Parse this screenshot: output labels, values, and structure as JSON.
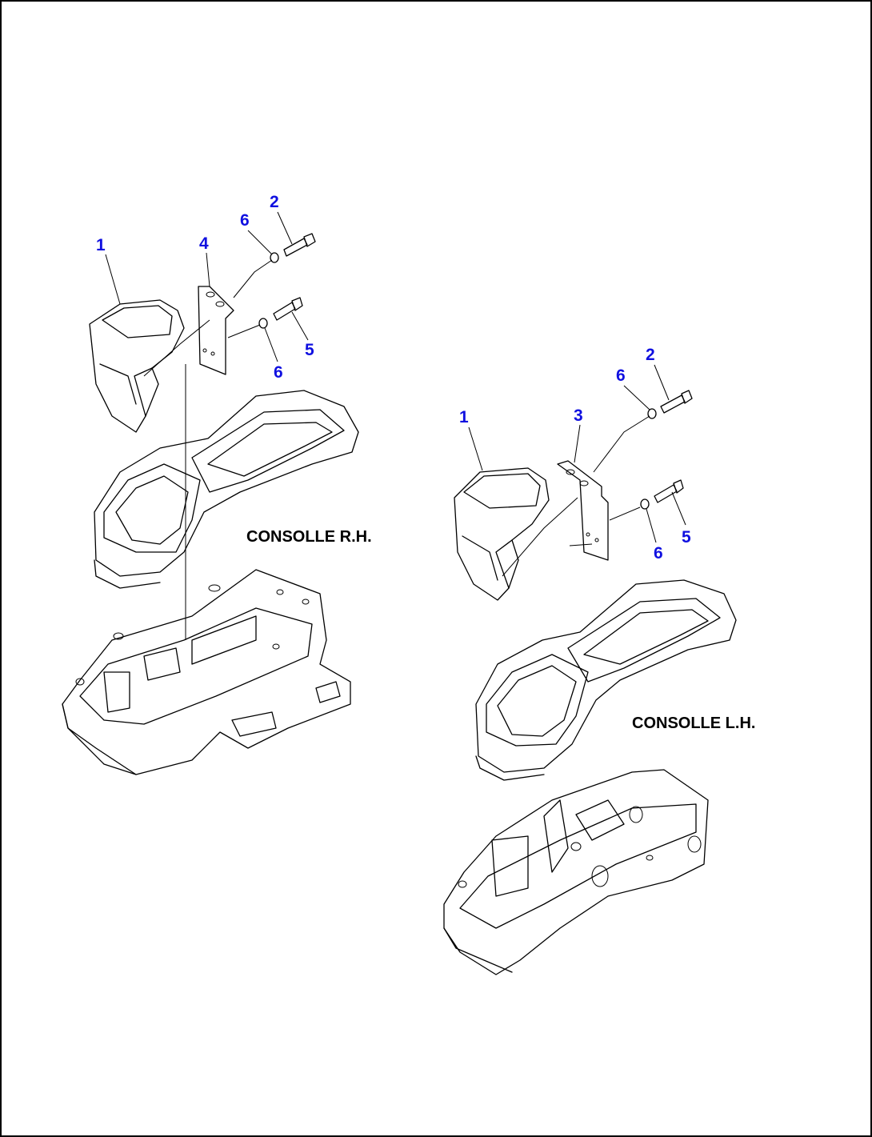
{
  "colors": {
    "callout": "#1010e0",
    "line": "#000000",
    "background": "#ffffff"
  },
  "labels": {
    "rh": "CONSOLLE R.H.",
    "lh": "CONSOLLE L.H."
  },
  "callouts": {
    "rh": {
      "c1": "1",
      "c2": "2",
      "c4": "4",
      "c5": "5",
      "c6a": "6",
      "c6b": "6"
    },
    "lh": {
      "c1": "1",
      "c2": "2",
      "c3": "3",
      "c5": "5",
      "c6a": "6",
      "c6b": "6"
    }
  }
}
